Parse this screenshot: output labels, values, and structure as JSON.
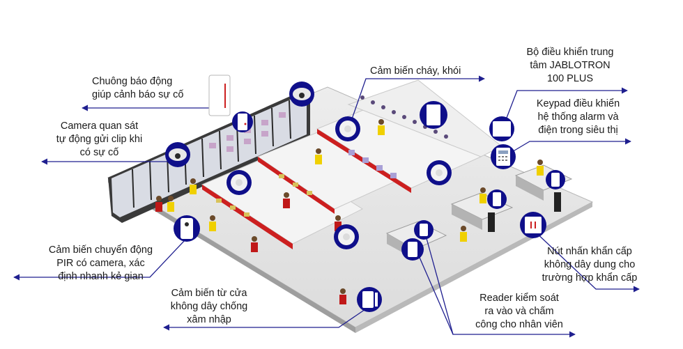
{
  "labels": {
    "alarm_bell": "Chuông báo động\ngiúp cảnh báo sự cố",
    "camera": "Camera quan sát\ntự động gửi clip khi\ncó sự cố",
    "smoke_sensor": "Cảm biến cháy, khói",
    "control_panel": "Bộ điều khiển trung\ntâm JABLOTRON\n100 PLUS",
    "keypad": "Keypad điều khiển\nhệ thống alarm và\nđiện trong siêu thị",
    "pir_camera": "Cảm biến chuyển động\nPIR có camera, xác\nđịnh nhanh kẻ gian",
    "door_sensor": "Cảm biến từ cửa\nkhông dây chống\nxâm nhập",
    "panic_button": "Nút nhấn khẩn cấp\nkhông dây dung cho\ntrường hợp khẩn cấp",
    "access_reader": "Reader kiểm soát\nra vào và chấm\ncông cho nhân viên"
  },
  "colors": {
    "arrow": "#1f1f8f",
    "badge_bg": "#0f0f8a",
    "floor": "#e4e4e4",
    "floor_edge": "#9e9e9e",
    "shelf": "#f2f2f2",
    "accent_red": "#cc1f1f",
    "staff_shirt": "#f0d000",
    "customer_shirt": "#c01818"
  },
  "icons": [
    "siren-icon",
    "dome-camera-icon",
    "smoke-detector-icon",
    "control-panel-icon",
    "keypad-icon",
    "pir-camera-icon",
    "door-contact-icon",
    "panic-button-icon",
    "access-reader-icon"
  ]
}
